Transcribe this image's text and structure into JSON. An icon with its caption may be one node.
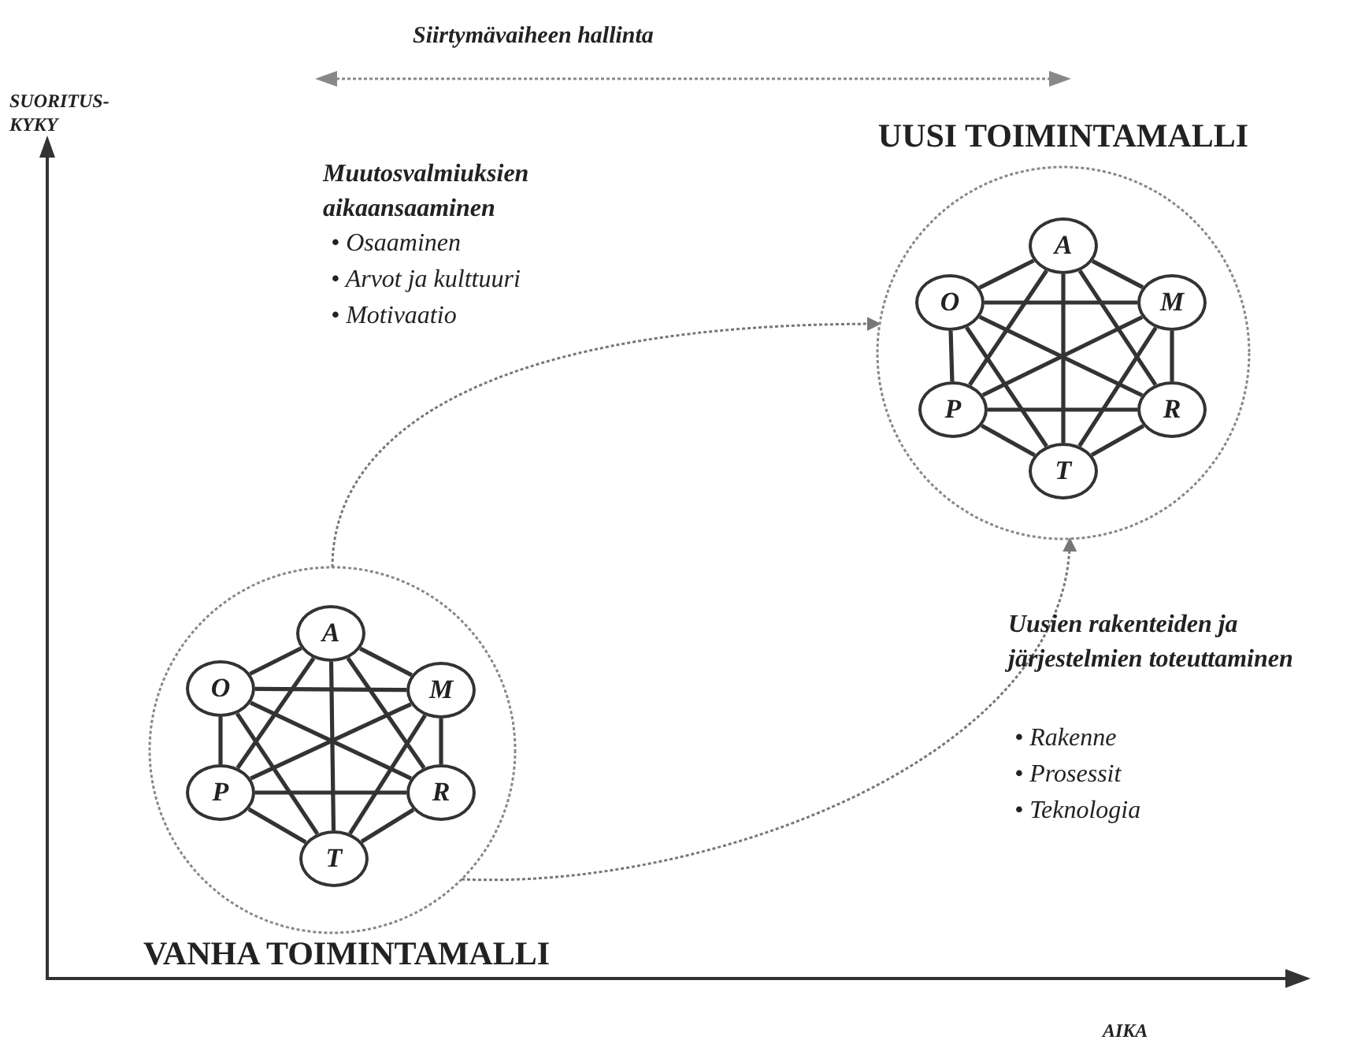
{
  "diagram": {
    "nodes": [
      {
        "text": [
          "VANHA TOIMINTAMALLI"
        ]
      },
      {
        "text": [
          "A"
        ],
        "in": 0
      },
      {
        "text": [
          "O"
        ],
        "in": 0
      },
      {
        "text": [
          "M"
        ],
        "in": 0
      },
      {
        "text": [
          "P"
        ],
        "in": 0
      },
      {
        "text": [
          "R"
        ],
        "in": 0
      },
      {
        "text": [
          "T"
        ],
        "in": 0
      },
      {
        "text": [
          "UUSI TOIMINTAMALLI"
        ]
      },
      {
        "text": [
          "A"
        ],
        "in": 7
      },
      {
        "text": [
          "O"
        ],
        "in": 7
      },
      {
        "text": [
          "M"
        ],
        "in": 7
      },
      {
        "text": [
          "P"
        ],
        "in": 7
      },
      {
        "text": [
          "R"
        ],
        "in": 7
      },
      {
        "text": [
          "T"
        ],
        "in": 7
      }
    ],
    "edges": [
      {
        "from": 0,
        "to": 7,
        "arrow": "to",
        "style": "dashed",
        "color": "#777777"
      },
      {
        "from": 0,
        "to": 7,
        "arrow": "to",
        "style": "dashed",
        "color": "#777777"
      },
      {
        "from": 1,
        "to": 2,
        "arrow": "none"
      },
      {
        "from": 1,
        "to": 3,
        "arrow": "none"
      },
      {
        "from": 1,
        "to": 4,
        "arrow": "none"
      },
      {
        "from": 1,
        "to": 5,
        "arrow": "none"
      },
      {
        "from": 1,
        "to": 6,
        "arrow": "none"
      },
      {
        "from": 2,
        "to": 3,
        "arrow": "none"
      },
      {
        "from": 2,
        "to": 4,
        "arrow": "none"
      },
      {
        "from": 2,
        "to": 5,
        "arrow": "none"
      },
      {
        "from": 2,
        "to": 6,
        "arrow": "none"
      },
      {
        "from": 3,
        "to": 4,
        "arrow": "none"
      },
      {
        "from": 3,
        "to": 5,
        "arrow": "none"
      },
      {
        "from": 3,
        "to": 6,
        "arrow": "none"
      },
      {
        "from": 4,
        "to": 5,
        "arrow": "none"
      },
      {
        "from": 4,
        "to": 6,
        "arrow": "none"
      },
      {
        "from": 5,
        "to": 6,
        "arrow": "none"
      },
      {
        "from": 8,
        "to": 9,
        "arrow": "none"
      },
      {
        "from": 8,
        "to": 10,
        "arrow": "none"
      },
      {
        "from": 8,
        "to": 11,
        "arrow": "none"
      },
      {
        "from": 8,
        "to": 12,
        "arrow": "none"
      },
      {
        "from": 8,
        "to": 13,
        "arrow": "none"
      },
      {
        "from": 9,
        "to": 10,
        "arrow": "none"
      },
      {
        "from": 9,
        "to": 11,
        "arrow": "none"
      },
      {
        "from": 9,
        "to": 12,
        "arrow": "none"
      },
      {
        "from": 9,
        "to": 13,
        "arrow": "none"
      },
      {
        "from": 10,
        "to": 11,
        "arrow": "none"
      },
      {
        "from": 10,
        "to": 12,
        "arrow": "none"
      },
      {
        "from": 10,
        "to": 13,
        "arrow": "none"
      },
      {
        "from": 11,
        "to": 12,
        "arrow": "none"
      },
      {
        "from": 11,
        "to": 13,
        "arrow": "none"
      },
      {
        "from": 12,
        "to": 13,
        "arrow": "none"
      }
    ],
    "labels": [
      "Siirtymävaiheen hallinta",
      "SUORITUS- KYKY",
      "Muutosvalmiuksien aikaansaaminen",
      "• Osaaminen",
      "• Arvot ja kulttuuri",
      "• Motivaatio",
      "Uusien rakenteiden ja järjestelmien toteuttaminen",
      "• Rakenne",
      "• Prosessit",
      "• Teknologia",
      "AIKA"
    ]
  }
}
